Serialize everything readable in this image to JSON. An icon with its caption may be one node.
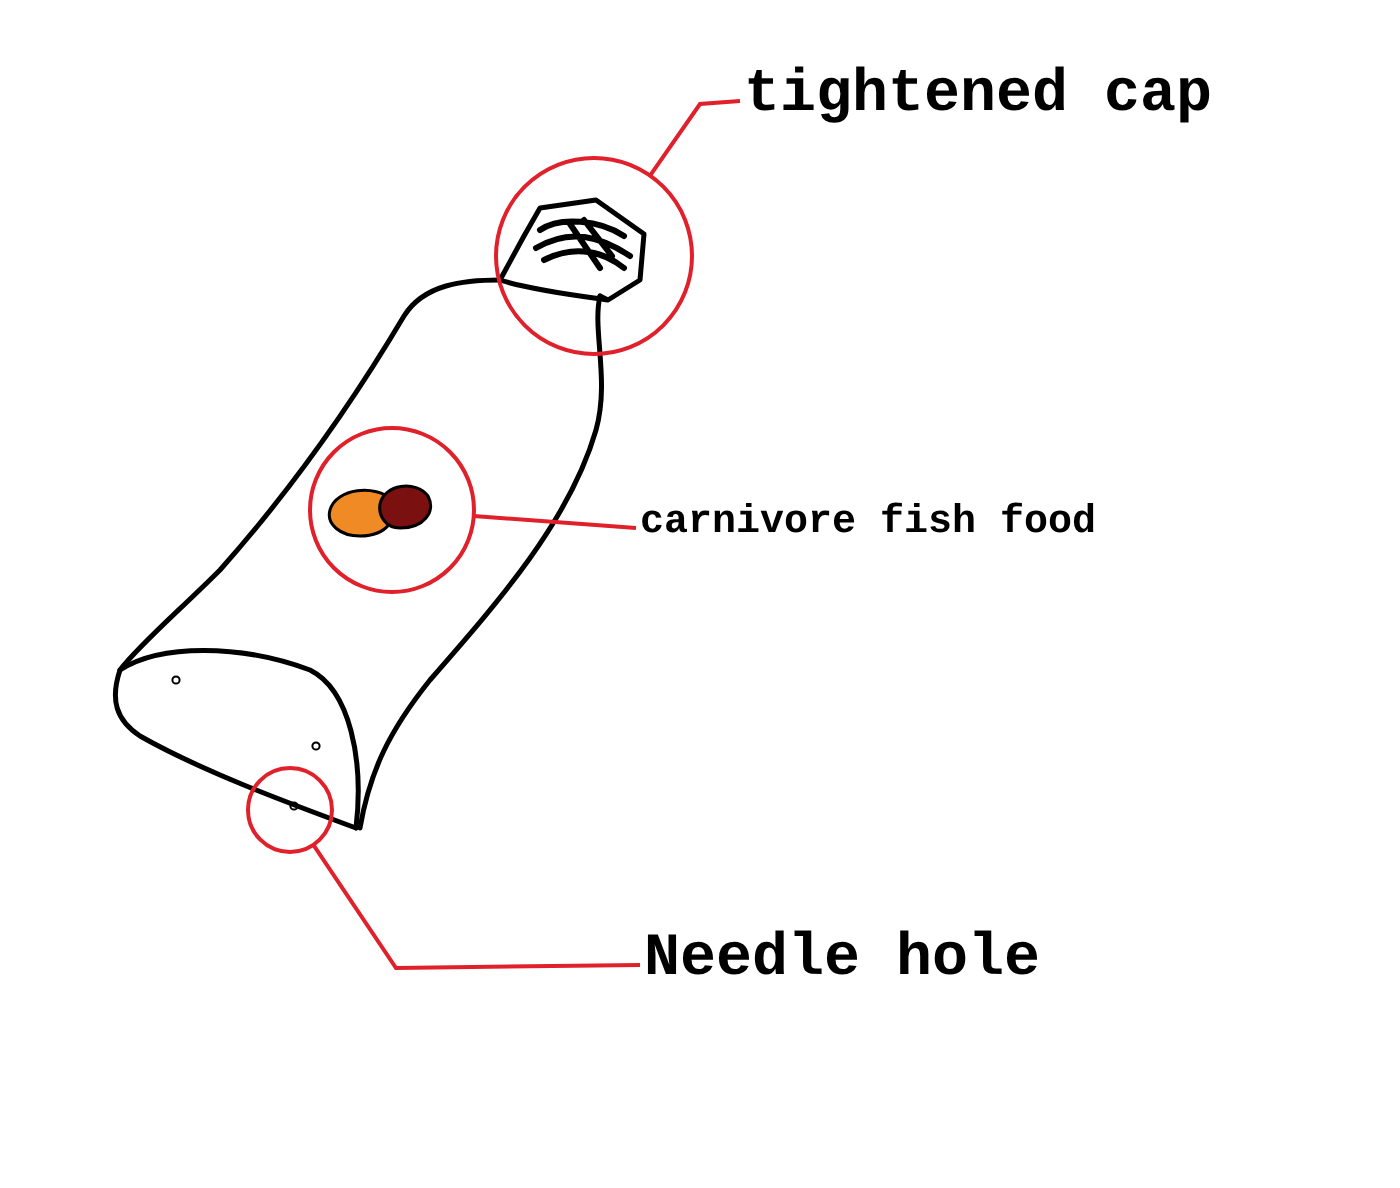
{
  "diagram": {
    "nodes": [
      {
        "text": [
          "tightened cap"
        ]
      },
      {
        "text": [],
        "shape": "circle"
      },
      {
        "text": [
          "carnivore fish food"
        ]
      },
      {
        "text": [],
        "shape": "circle"
      },
      {
        "text": [
          "Needle hole"
        ]
      },
      {
        "text": [],
        "shape": "circle"
      }
    ],
    "edges": [
      {
        "from": 0,
        "to": 1,
        "arrow": "none"
      },
      {
        "from": 2,
        "to": 3,
        "arrow": "none"
      },
      {
        "from": 4,
        "to": 5,
        "arrow": "none"
      }
    ]
  }
}
